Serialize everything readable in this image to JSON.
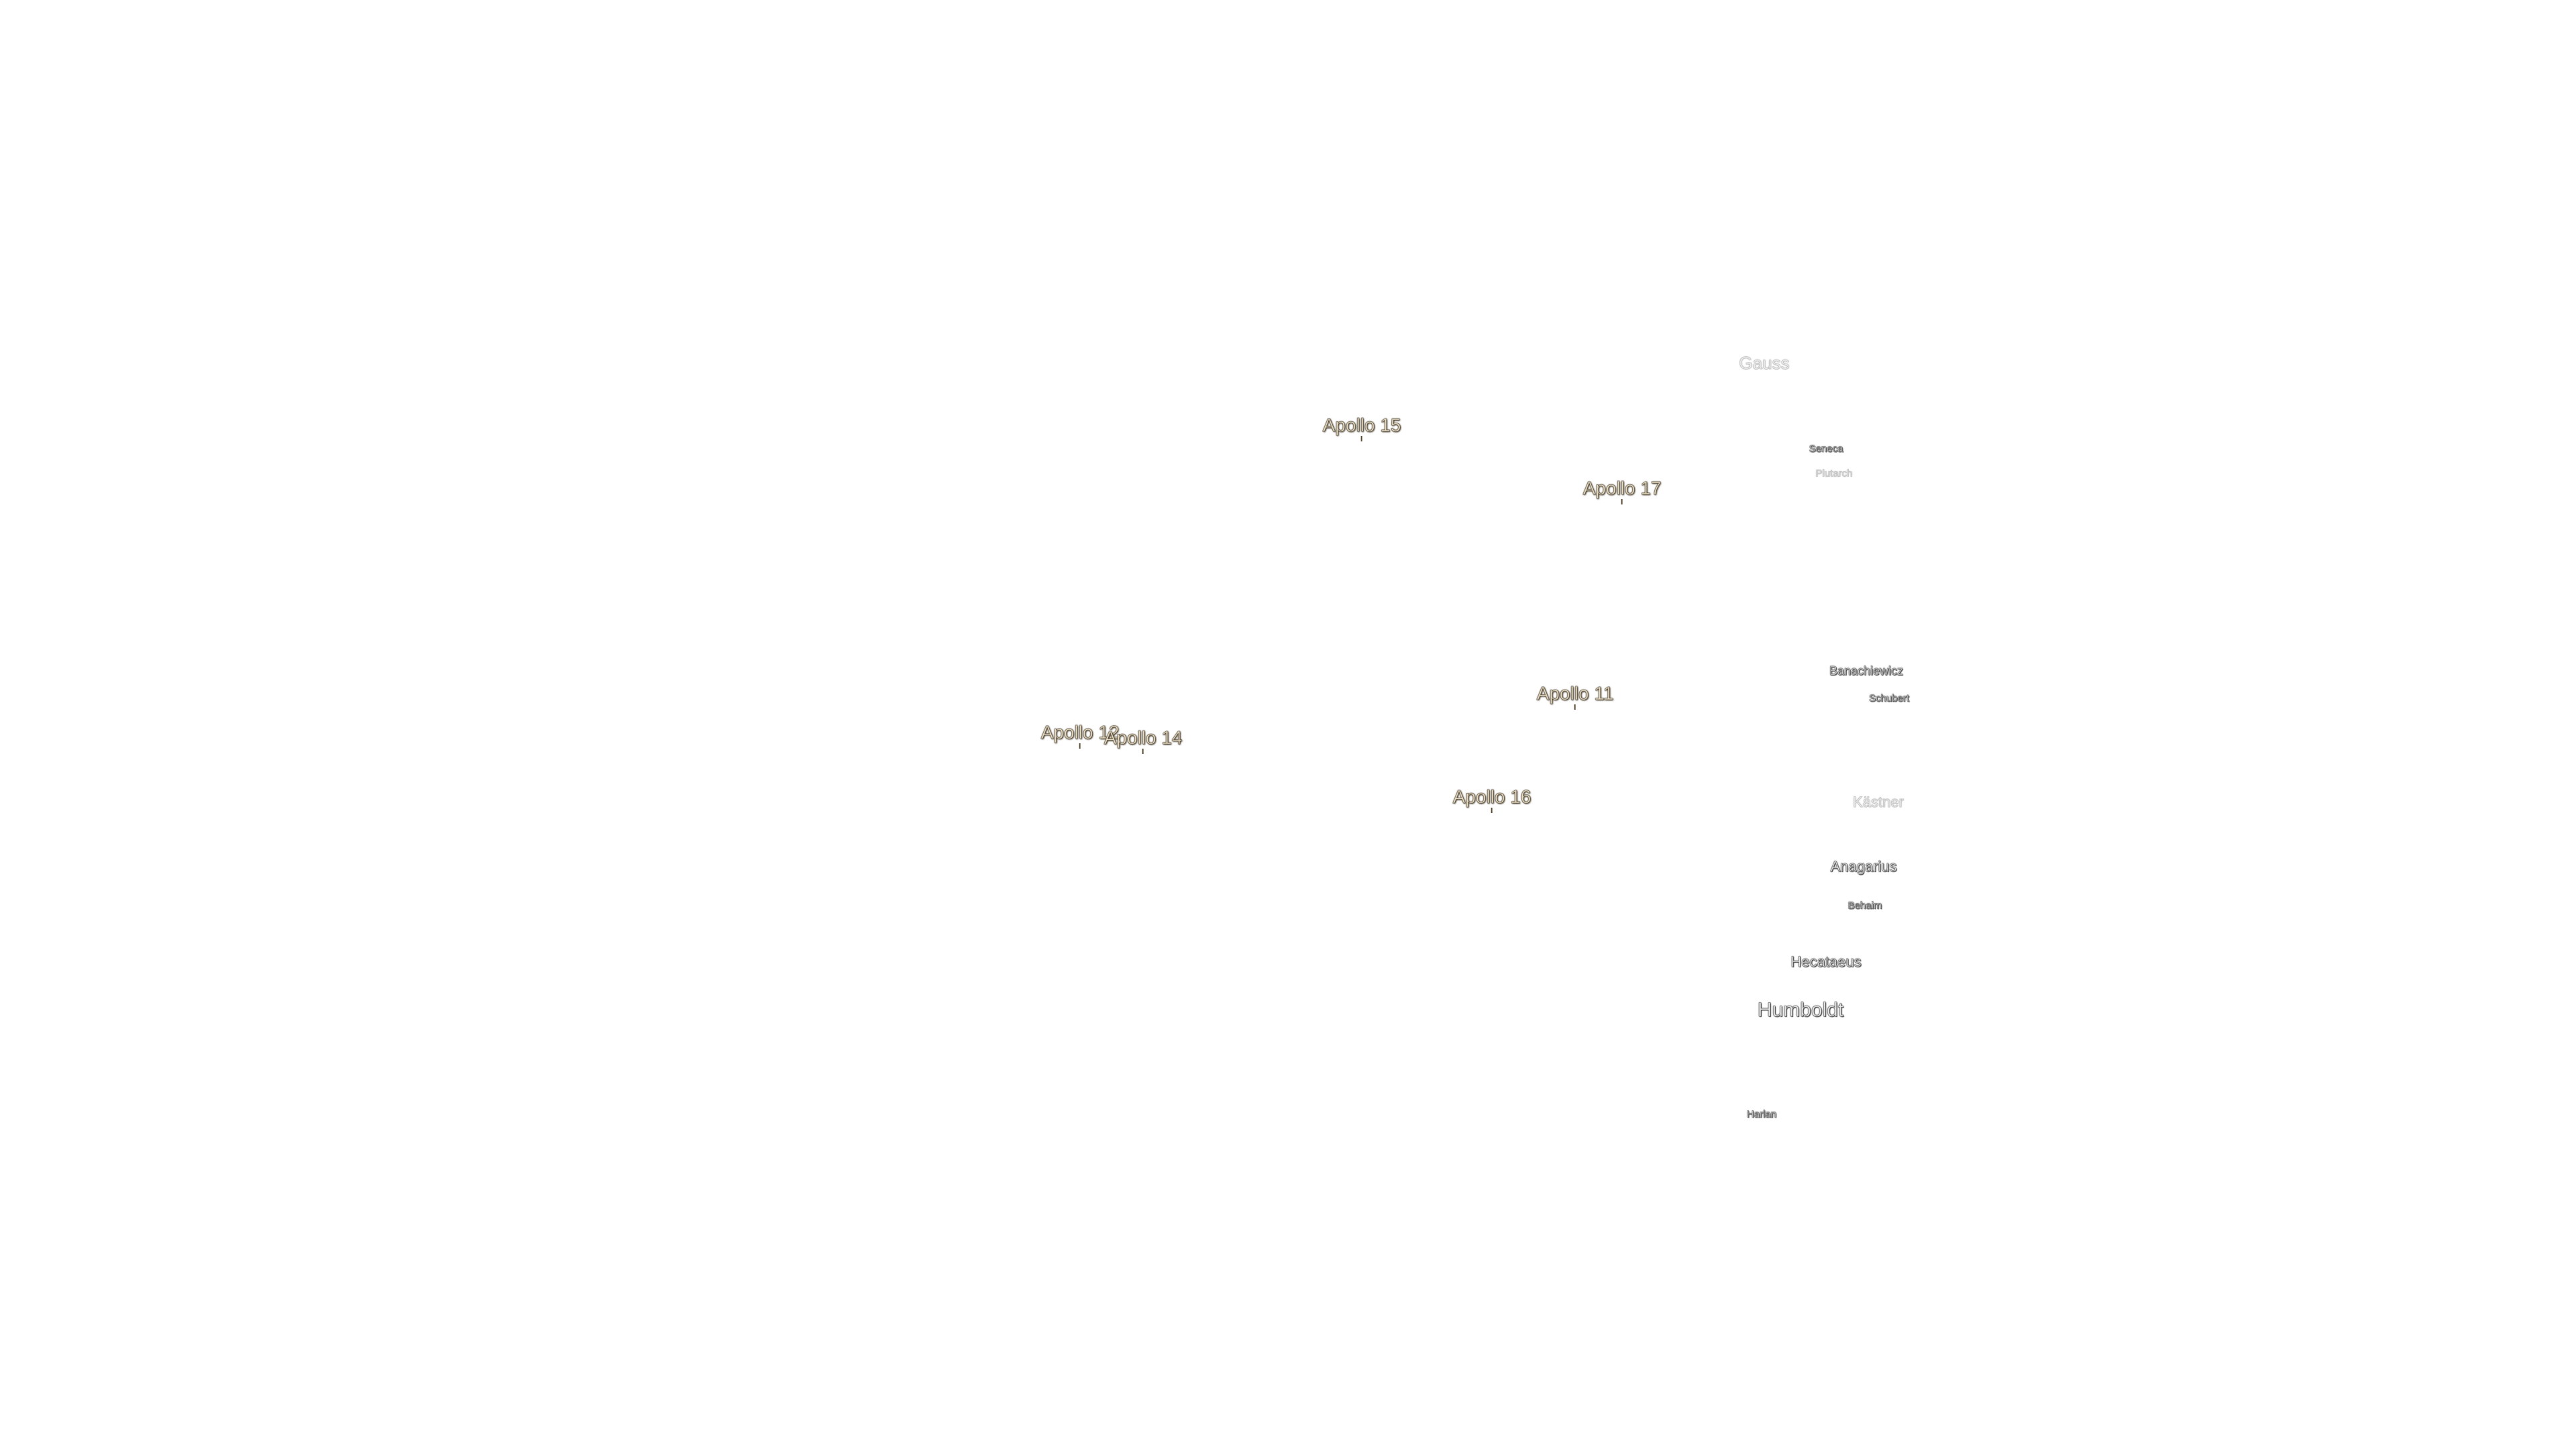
{
  "landing_sites": [
    {
      "key": "apollo15",
      "label": "Apollo 15"
    },
    {
      "key": "apollo17",
      "label": "Apollo 17"
    },
    {
      "key": "apollo11",
      "label": "Apollo 11"
    },
    {
      "key": "apollo12",
      "label": "Apollo 12"
    },
    {
      "key": "apollo14",
      "label": "Apollo 14"
    },
    {
      "key": "apollo16",
      "label": "Apollo 16"
    }
  ],
  "craters": [
    {
      "key": "gauss",
      "label": "Gauss"
    },
    {
      "key": "seneca",
      "label": "Seneca"
    },
    {
      "key": "plutarch",
      "label": "Plutarch"
    },
    {
      "key": "banachiewicz",
      "label": "Banachiewicz"
    },
    {
      "key": "schubert",
      "label": "Schubert"
    },
    {
      "key": "kastner",
      "label": "Kästner"
    },
    {
      "key": "anaxarius",
      "label": "Anagarius"
    },
    {
      "key": "behaim",
      "label": "Behaim"
    },
    {
      "key": "hecataeus",
      "label": "Hecataeus"
    },
    {
      "key": "humboldt",
      "label": "Humboldt"
    },
    {
      "key": "hartsn",
      "label": "Harlan"
    }
  ],
  "colors": {
    "background": "#ffffff",
    "landing_label": "#e9dcc0",
    "crater_label": "#e8e8e8"
  }
}
